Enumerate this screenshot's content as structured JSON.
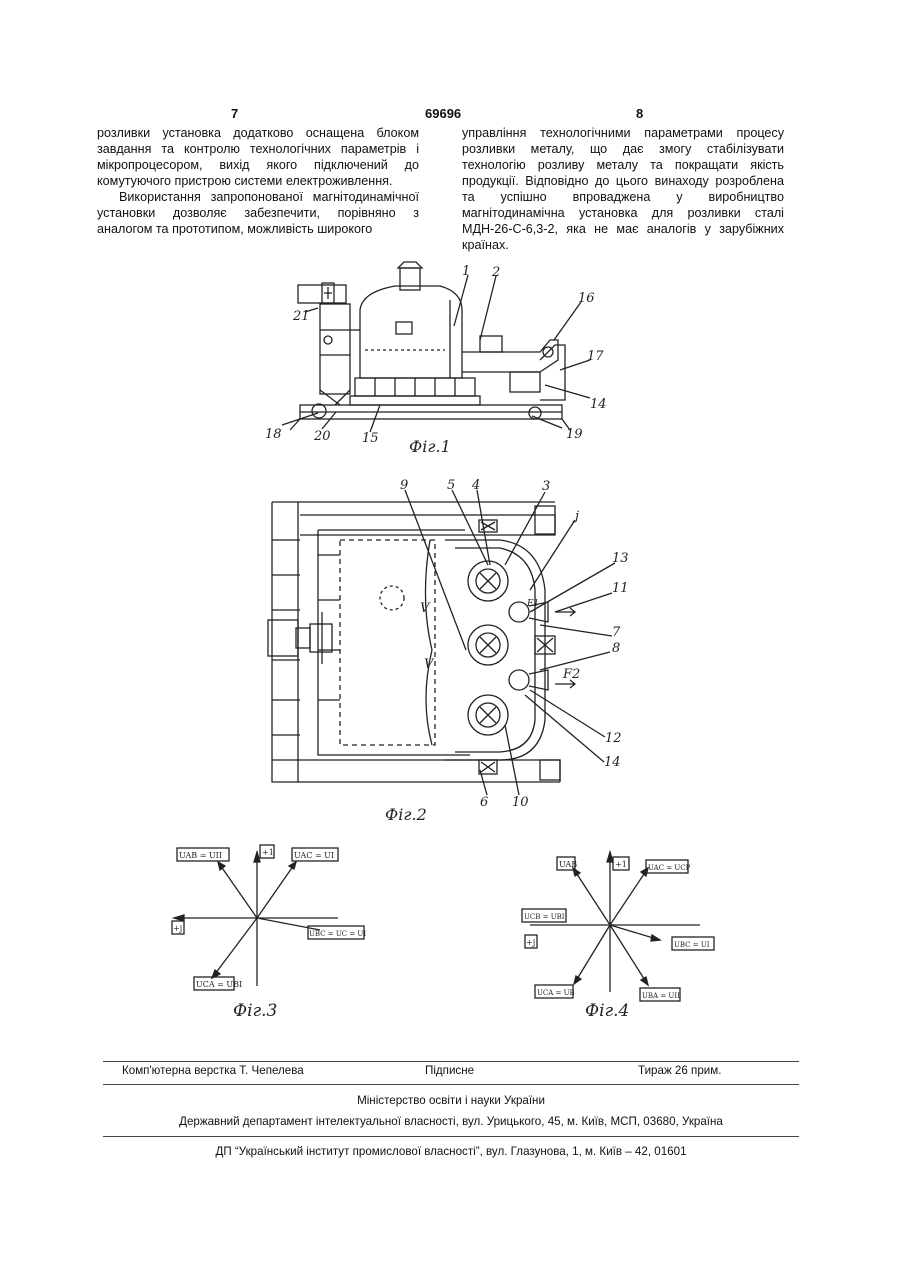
{
  "header": {
    "page_left": "7",
    "patent_number": "69696",
    "page_right": "8"
  },
  "left_column": {
    "p1": "розливки установка додатково оснащена блоком завдання та контролю технологічних параметрів і мікропроцесором, вихід якого підключений до комутуючого пристрою системи електроживлення.",
    "p2": "Використання запропонованої магнітодинамічної установки дозволяє забезпечити, порівняно з аналогом та прототипом, можливість широкого"
  },
  "right_column": {
    "p1": "управління технологічними параметрами процесу розливки металу, що дає змогу стабілізувати технологію розливу металу та покращати якість продукції. Відповідно до цього винаходу розроблена та успішно впроваджена у виробництво магнітодинамічна установка для розливки сталі МДН-26-С-6,3-2, яка не має аналогів у зарубіжних країнах."
  },
  "figures": {
    "fig1": {
      "caption": "Фіг.1",
      "labels": [
        "1",
        "2",
        "16",
        "17",
        "14",
        "19",
        "21",
        "18",
        "20",
        "15"
      ]
    },
    "fig2": {
      "caption": "Фіг.2",
      "labels": [
        "9",
        "5",
        "4",
        "3",
        "j",
        "13",
        "11",
        "7",
        "8",
        "F2",
        "12",
        "14",
        "6",
        "10",
        "F1",
        "V",
        "V"
      ]
    },
    "fig3": {
      "caption": "Фіг.3",
      "labels": {
        "uab": "UAB = UII",
        "plus1": "+1",
        "uac": "UAC = UI",
        "plusj": "+j",
        "ubc": "UBC = UC = UI",
        "uca": "UCA = UBI"
      }
    },
    "fig4": {
      "caption": "Фіг.4",
      "labels": {
        "uab": "UAB",
        "plus1": "+1",
        "uac": "UAC = UCP",
        "ucb": "UCB = UBI",
        "plusj": "+j",
        "ubc": "UBC = UI",
        "uca": "UCA = UB",
        "uba": "UBA = UII"
      }
    }
  },
  "footer": {
    "layout": "Комп'ютерна верстка Т. Чепелева",
    "signed": "Підписне",
    "circulation": "Тираж 26 прим.",
    "ministry": "Міністерство освіти і науки України",
    "department": "Державний департамент інтелектуальної власності, вул. Урицького, 45, м. Київ, МСП, 03680, Україна",
    "institute": "ДП “Український інститут промислової власності”, вул. Глазунова, 1, м. Київ – 42, 01601"
  }
}
